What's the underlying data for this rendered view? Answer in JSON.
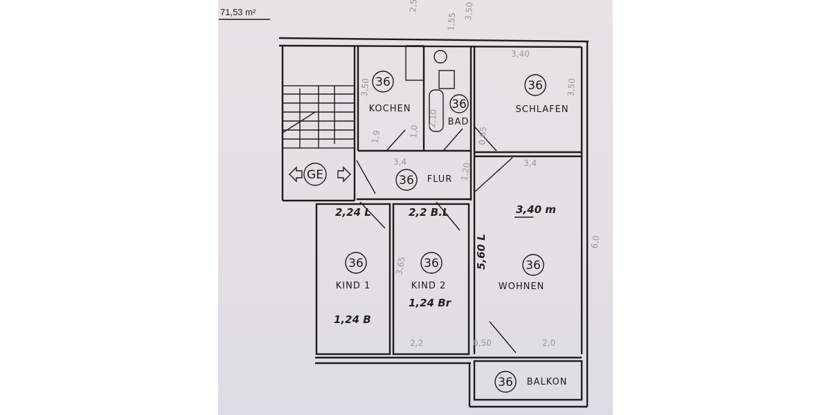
{
  "plan": {
    "total_area": "71,53 m²",
    "rooms": [
      {
        "name": "KOCHEN",
        "code": "36"
      },
      {
        "name": "BAD",
        "code": "36"
      },
      {
        "name": "SCHLAFEN",
        "code": "36"
      },
      {
        "name": "FLUR",
        "code": "36"
      },
      {
        "name": "KIND 1",
        "code": "36"
      },
      {
        "name": "KIND 2",
        "code": "36"
      },
      {
        "name": "WOHNEN",
        "code": "36"
      },
      {
        "name": "BALKON",
        "code": "36"
      }
    ],
    "stair_label": "GE",
    "pencil_dimensions": [
      "2,5",
      "1,55",
      "3,50",
      "3,40",
      "3,50",
      "3,50",
      "1,9",
      "1,0",
      "2,10",
      "0,65",
      "3,4",
      "3,4",
      "1,20",
      "3,65",
      "6,0",
      "2,2",
      "2,0",
      "0,50"
    ],
    "handwritten": [
      "2,24 L",
      "2,2 B.L",
      "3,40 m",
      "5,60 L",
      "1,24 B",
      "1,24 Br"
    ]
  }
}
